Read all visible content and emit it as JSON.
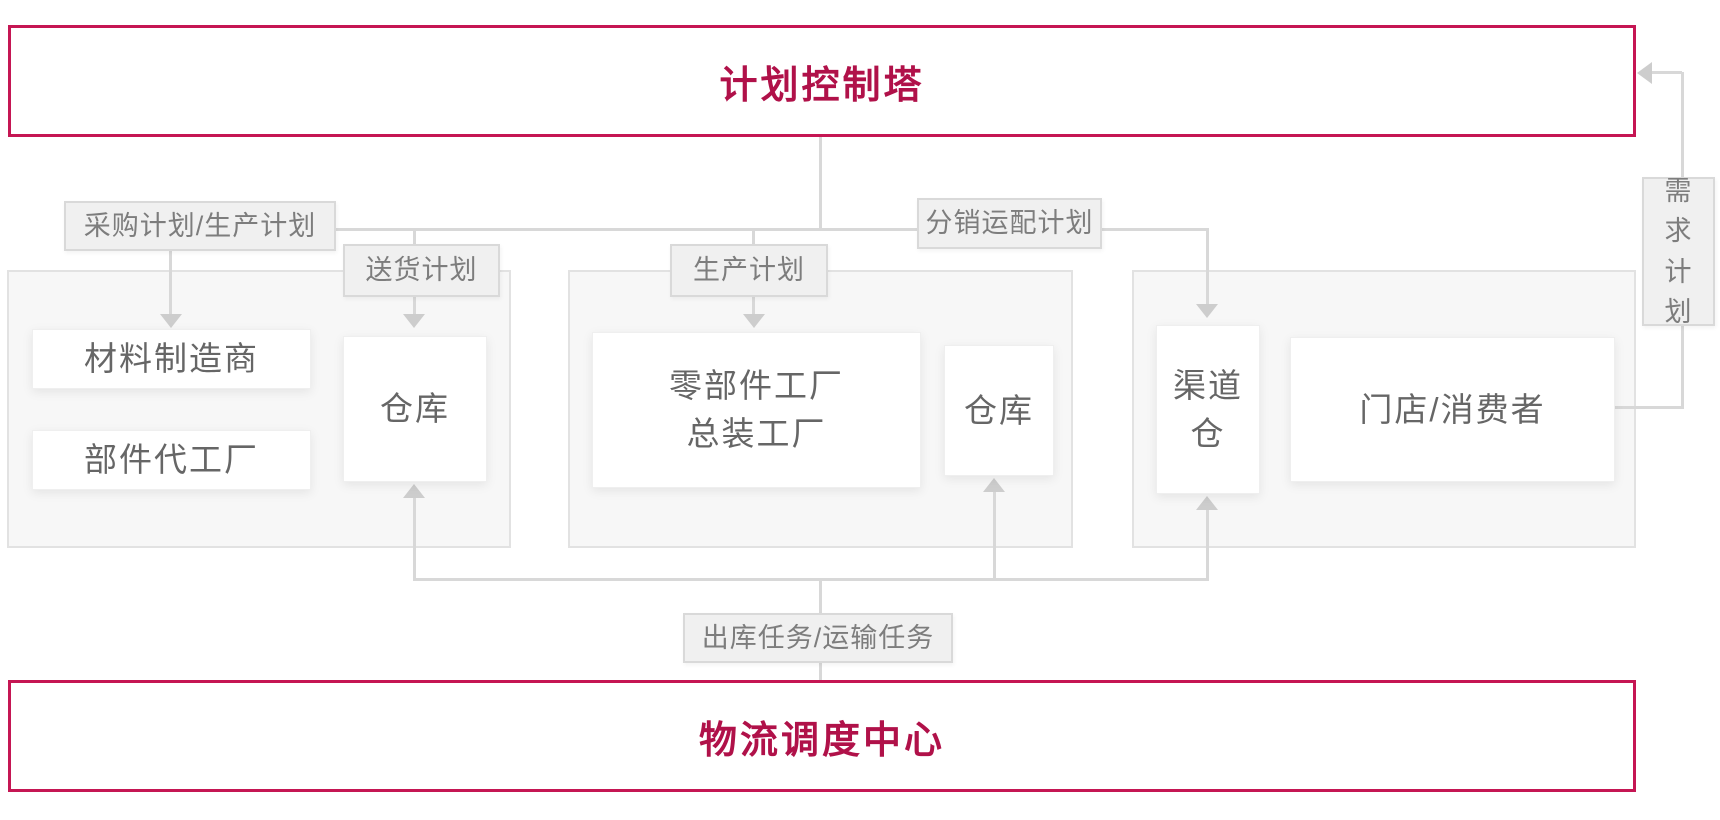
{
  "diagram": {
    "control_tower": "计划控制塔",
    "logistics_center": "物流调度中心",
    "plan_labels": {
      "procurement_production": "采购计划/生产计划",
      "delivery": "送货计划",
      "production": "生产计划",
      "distribution": "分销运配计划",
      "demand": "需求计划",
      "outbound_transport": "出库任务/运输任务"
    },
    "supplier_group": {
      "material_manufacturer": "材料制造商",
      "component_oem": "部件代工厂",
      "warehouse": "仓库"
    },
    "factory_group": {
      "parts_factory": "零部件工厂",
      "assembly_factory": "总装工厂",
      "warehouse": "仓库"
    },
    "channel_group": {
      "channel_warehouse": "渠道仓",
      "stores_consumers": "门店/消费者"
    },
    "colors": {
      "accent_text": "#b01149",
      "accent_border": "#c51653",
      "connector_line": "#d8d8d8",
      "arrowhead": "#cdcdcd",
      "label_bg": "#f0f0f0",
      "label_border": "#d9d9d9",
      "label_text": "#7d7d7d",
      "group_bg": "#f7f7f7",
      "group_border": "#e2e2e2",
      "node_text": "#666666"
    }
  }
}
